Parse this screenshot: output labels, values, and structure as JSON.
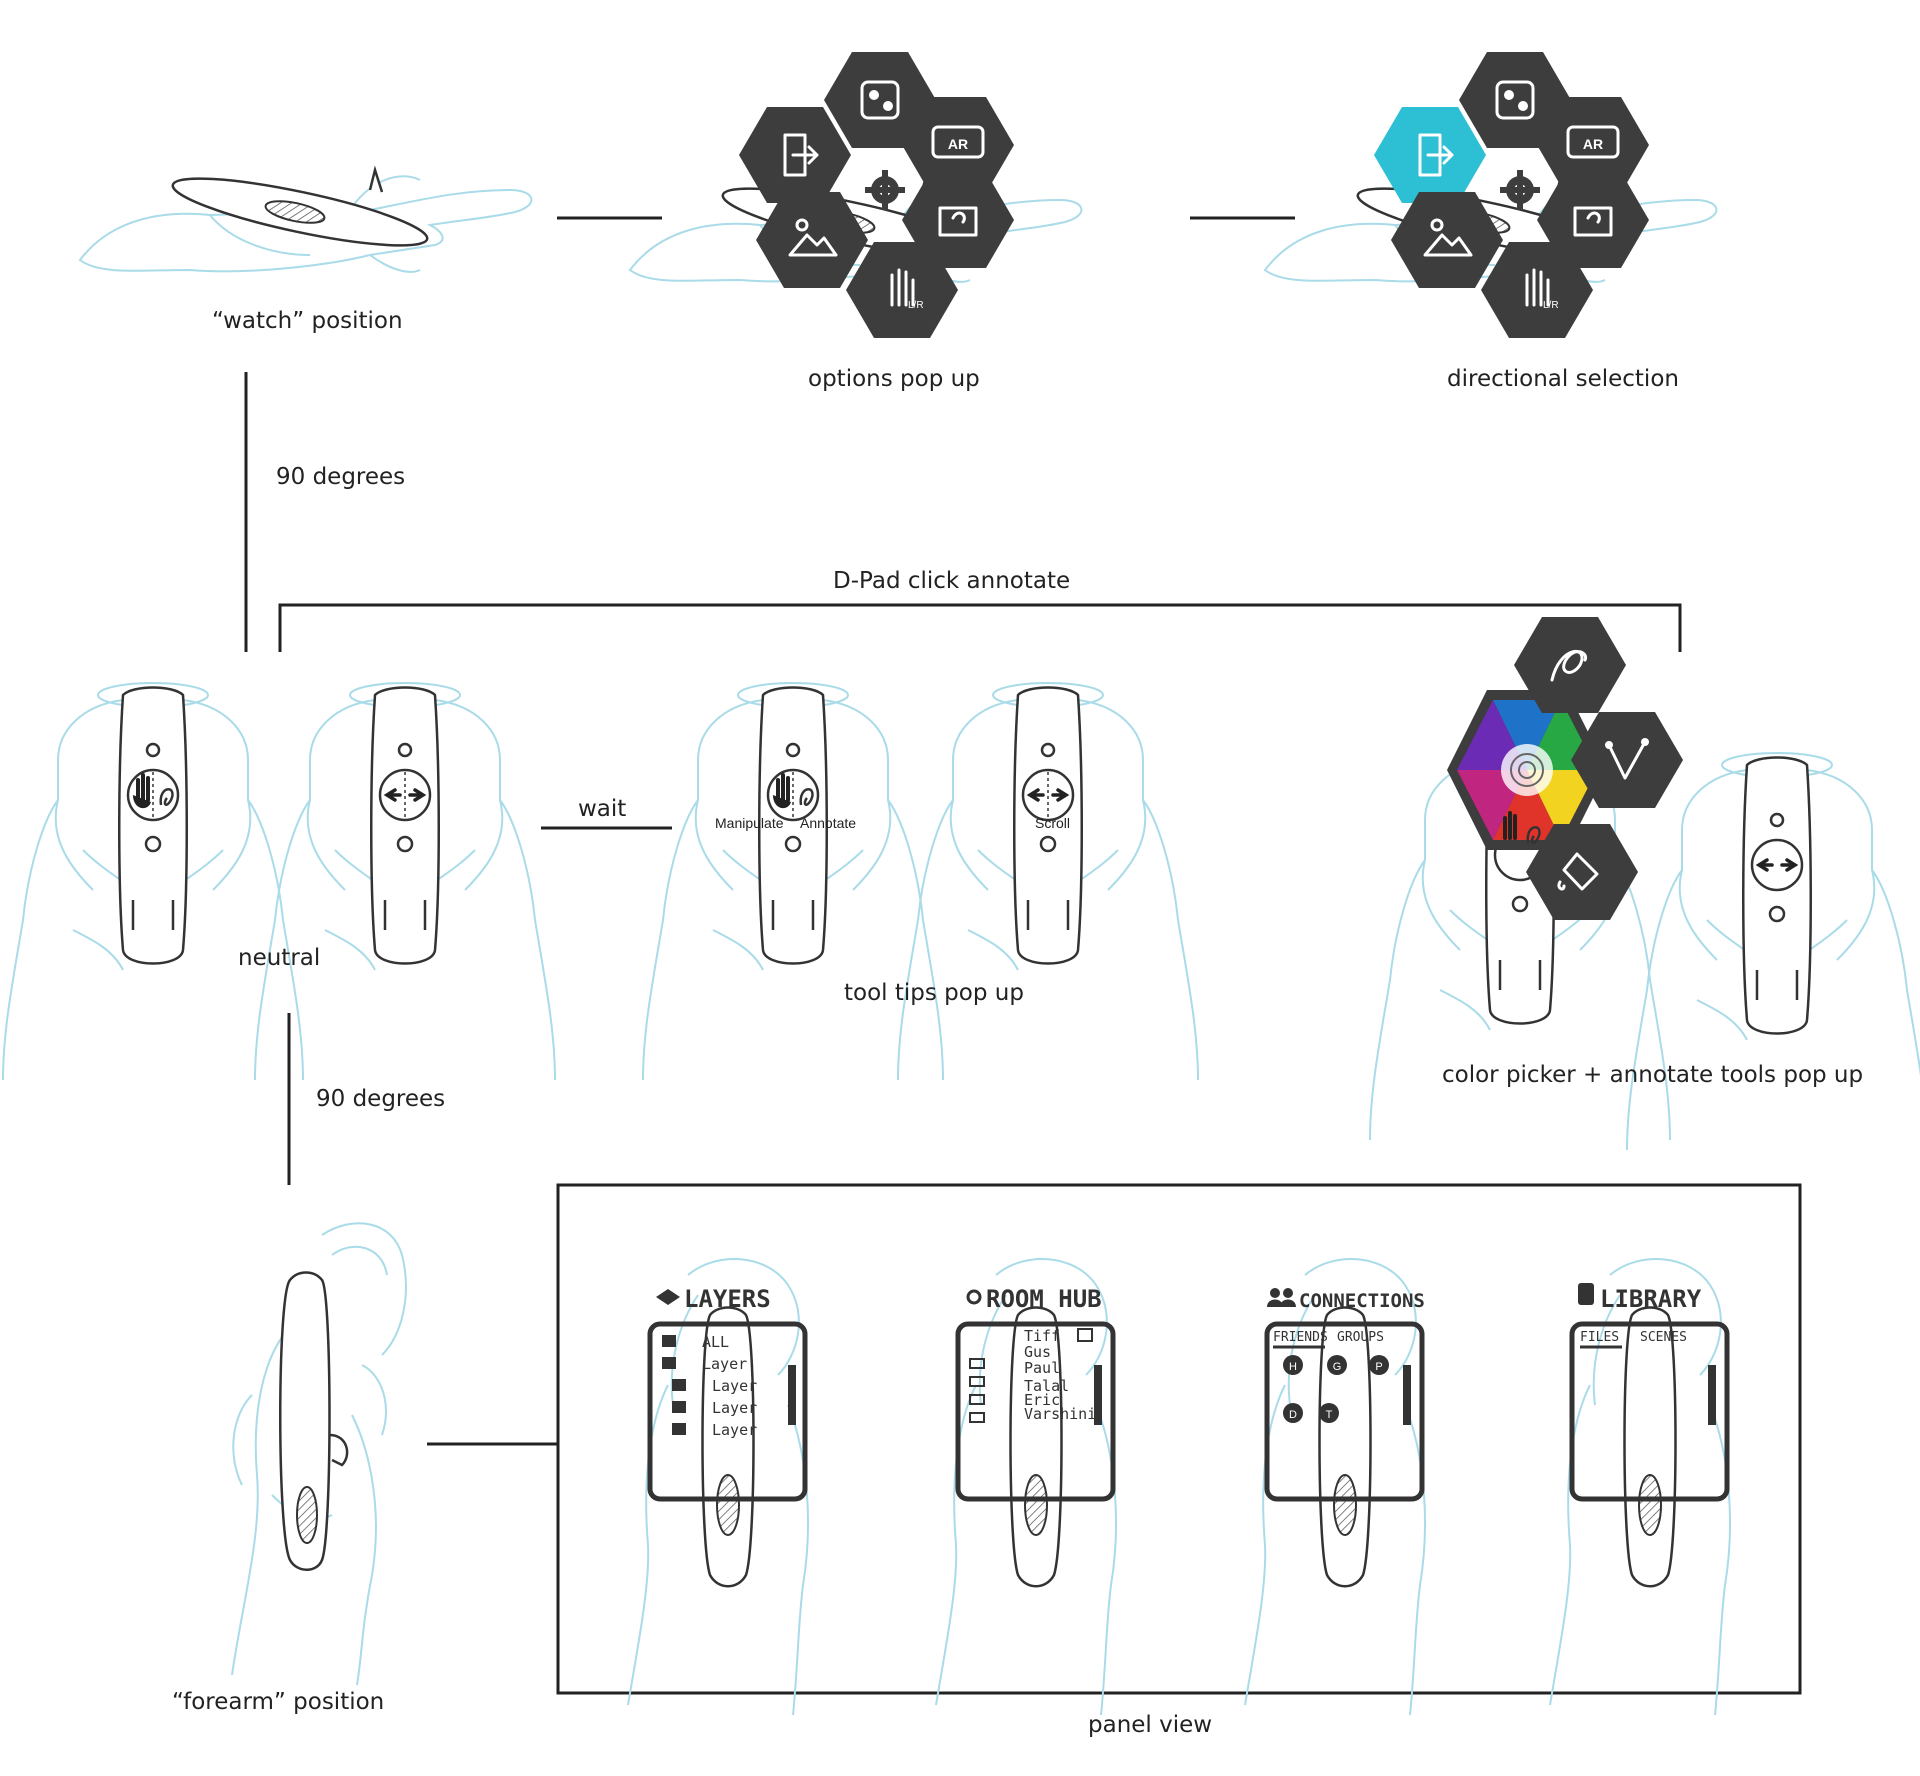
{
  "labels": {
    "watch_position": "“watch” position",
    "options_pop_up": "options pop up",
    "directional_selection": "directional selection",
    "ninety_degrees_top": "90 degrees",
    "dpad_click_annotate": "D-Pad click annotate",
    "neutral": "neutral",
    "wait": "wait",
    "tool_tips_pop_up": "tool tips pop up",
    "color_picker": "color picker + annotate tools pop up",
    "ninety_degrees_bottom": "90 degrees",
    "forearm_position": "“forearm” position",
    "panel_view": "panel view"
  },
  "tooltips": {
    "manipulate": "Manipulate",
    "annotate": "Annotate",
    "scroll": "Scroll"
  },
  "hex_menu": {
    "ar_badge": "AR",
    "grab_badge": "L/R"
  },
  "panels": {
    "layers": {
      "title": "LAYERS",
      "rows": [
        "ALL",
        "Layer",
        "Layer",
        "Layer",
        "Layer"
      ]
    },
    "room_hub": {
      "title": "ROOM HUB",
      "rows": [
        "Tiff",
        "Gus",
        "Paul",
        "Talal",
        "Eric",
        "Varshini"
      ]
    },
    "connections": {
      "title": "CONNECTIONS",
      "tabs": [
        "FRIENDS",
        "GROUPS"
      ],
      "avatars": [
        "H",
        "G",
        "P",
        "D",
        "T"
      ]
    },
    "library": {
      "title": "LIBRARY",
      "tabs": [
        "FILES",
        "SCENES"
      ]
    }
  },
  "colors": {
    "hand_sketch": "#a9dbe8",
    "hex_dark": "#3d3d3d",
    "hex_selected": "#2dbfd3",
    "ink": "#333333"
  }
}
